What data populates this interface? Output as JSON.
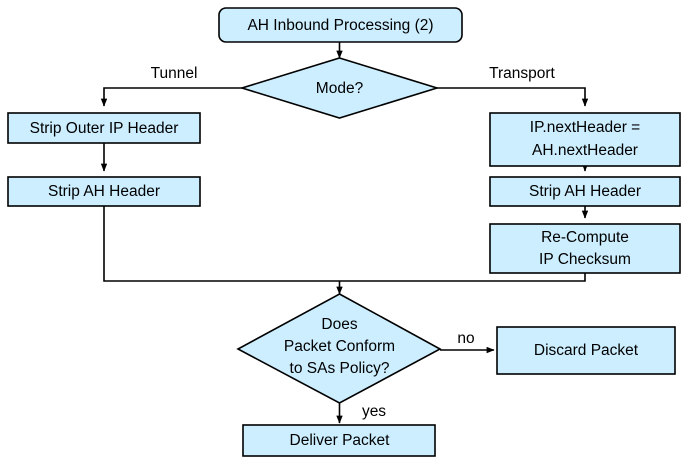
{
  "diagram": {
    "title": "AH Inbound Processing (2)",
    "colors": {
      "node_fill": "#cceeff",
      "node_stroke": "#000000",
      "connector": "#000000",
      "text": "#000000",
      "background": "#ffffff"
    },
    "nodes": {
      "start": {
        "label": "AH Inbound Processing (2)",
        "shape": "rounded-rectangle"
      },
      "mode_decision": {
        "label": "Mode?",
        "shape": "diamond"
      },
      "strip_outer_ip_header": {
        "label": "Strip Outer IP Header",
        "shape": "rectangle"
      },
      "strip_ah_header_tunnel": {
        "label": "Strip AH Header",
        "shape": "rectangle"
      },
      "ip_next_header": {
        "line1": "IP.nextHeader =",
        "line2": "AH.nextHeader",
        "shape": "rectangle"
      },
      "strip_ah_header_transport": {
        "label": "Strip AH Header",
        "shape": "rectangle"
      },
      "recompute_checksum": {
        "line1": "Re-Compute",
        "line2": "IP Checksum",
        "shape": "rectangle"
      },
      "conform_decision": {
        "line1": "Does",
        "line2": "Packet Conform",
        "line3": "to SAs Policy?",
        "shape": "diamond"
      },
      "discard_packet": {
        "label": "Discard Packet",
        "shape": "rectangle"
      },
      "deliver_packet": {
        "label": "Deliver Packet",
        "shape": "rectangle"
      }
    },
    "edge_labels": {
      "tunnel": "Tunnel",
      "transport": "Transport",
      "no": "no",
      "yes": "yes"
    }
  }
}
